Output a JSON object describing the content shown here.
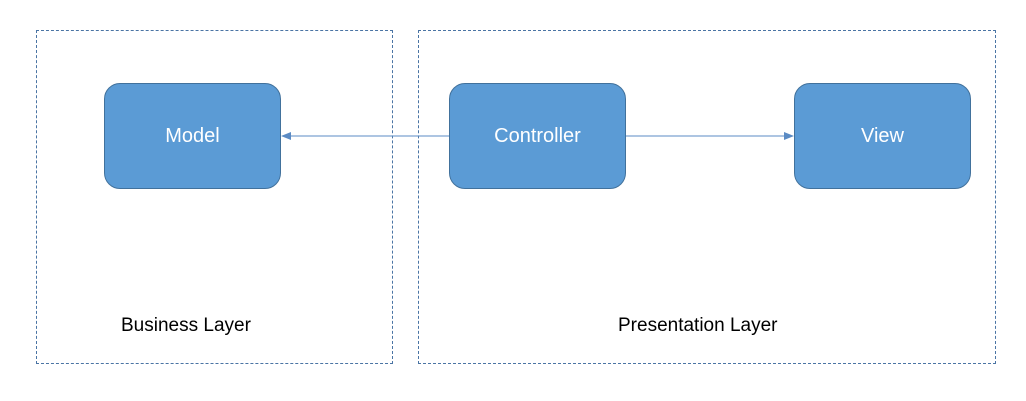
{
  "layers": {
    "business": {
      "label": "Business Layer"
    },
    "presentation": {
      "label": "Presentation Layer"
    }
  },
  "nodes": {
    "model": {
      "label": "Model"
    },
    "controller": {
      "label": "Controller"
    },
    "view": {
      "label": "View"
    }
  },
  "edges": [
    {
      "from": "Controller",
      "to": "Model"
    },
    {
      "from": "Controller",
      "to": "View"
    }
  ],
  "colors": {
    "node_fill": "#5b9bd5",
    "node_stroke": "#41719c",
    "node_text": "#ffffff",
    "dashed_border": "#4a74a4",
    "arrow": "#5b8bc4"
  }
}
